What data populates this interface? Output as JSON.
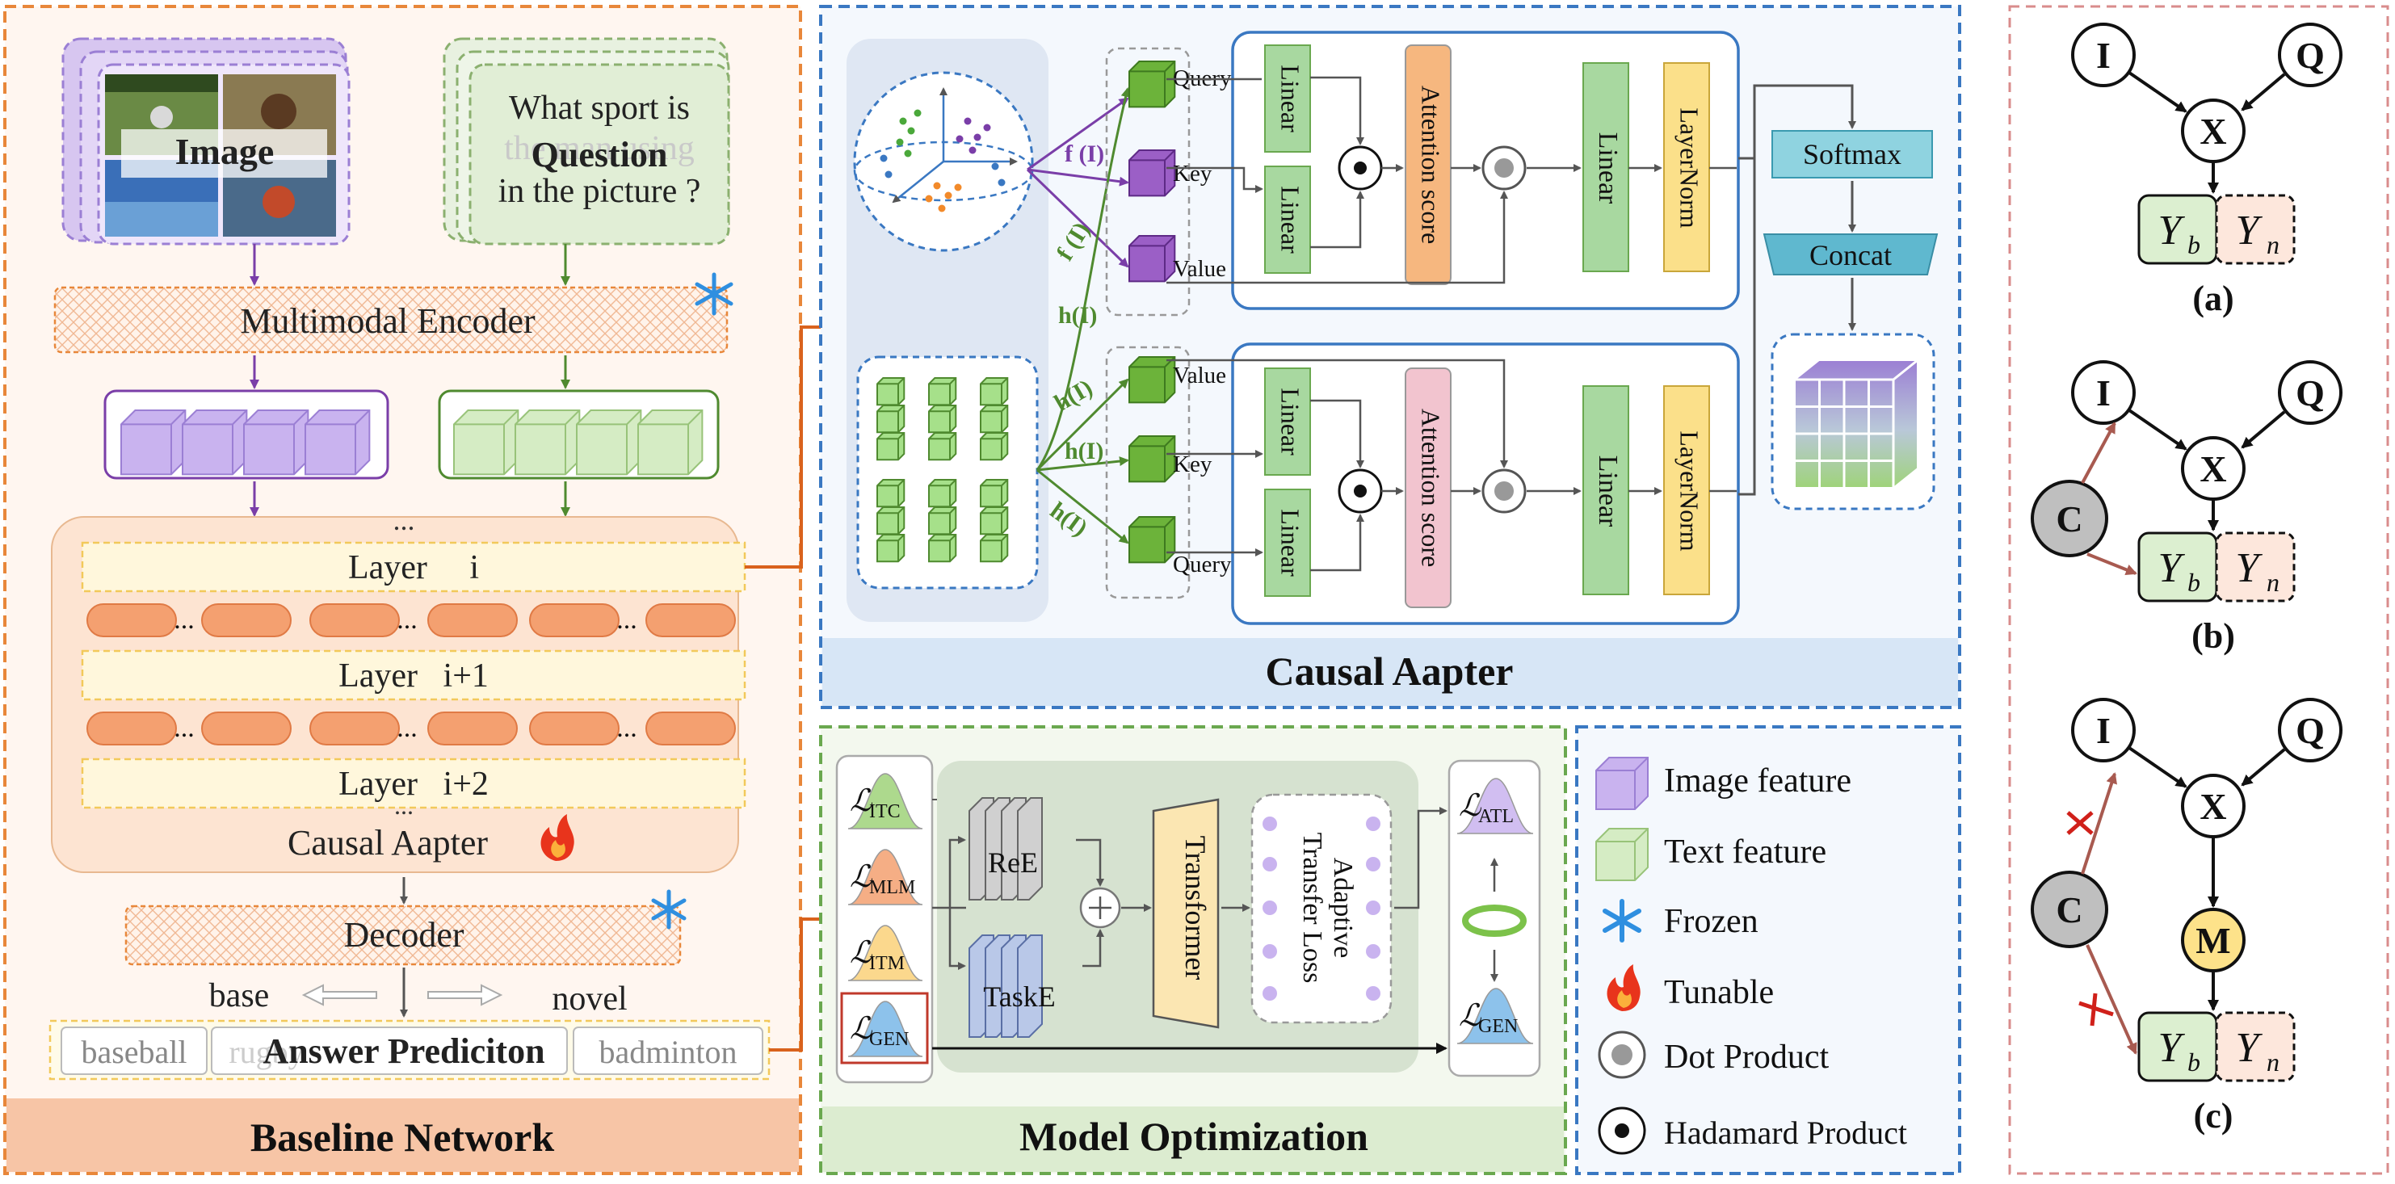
{
  "baseline": {
    "title": "Baseline Network",
    "image_label": "Image",
    "question_text_line1": "What sport is",
    "question_text_line2": "the man using",
    "question_text_line3": "in the picture ?",
    "question_label": "Question",
    "encoder_label": "Multimodal Encoder",
    "dots": "...",
    "layer_i": "Layer     i",
    "layer_i1": "Layer   i+1",
    "layer_i2": "Layer   i+2",
    "adapter_label": "Causal Aapter",
    "decoder_label": "Decoder",
    "base_label": "base",
    "novel_label": "novel",
    "answer_left": "baseball",
    "answer_middle": "rugby",
    "answer_right": "badminton",
    "answer_title": "Answer Prediciton"
  },
  "causal_adapter": {
    "title": "Causal Aapter",
    "query": "Query",
    "key": "Key",
    "value": "Value",
    "f_label": "f (I)",
    "h_label": "h(I)",
    "linear": "Linear",
    "attention_score": "Attention score",
    "layernorm": "LayerNorm",
    "softmax": "Softmax",
    "concat": "Concat"
  },
  "model_optimization": {
    "title": "Model Optimization",
    "losses": [
      "ITC",
      "MLM",
      "ITM",
      "GEN"
    ],
    "loss_symbol": "ℒ",
    "ree": "ReE",
    "taske": "TaskE",
    "transformer": "Transformer",
    "adaptive_line1": "Adaptive",
    "adaptive_line2": "Transfer Loss",
    "out_atl": "ATL",
    "out_gen": "GEN"
  },
  "legend": {
    "items": [
      "Image feature",
      "Text feature",
      "Frozen",
      "Tunable",
      "Dot Product",
      "Hadamard Product"
    ]
  },
  "causal_graphs": {
    "I": "I",
    "Q": "Q",
    "X": "X",
    "C": "C",
    "M": "M",
    "Y": "Y",
    "b": "b",
    "n": "n",
    "captions": [
      "(a)",
      "(b)",
      "(c)"
    ]
  },
  "colors": {
    "orange_border": "#e8873a",
    "blue_border": "#3a78c2",
    "green_border": "#6aa84f",
    "pink_border": "#d98c8c",
    "purple": "#9b7fd4",
    "green": "#98c379",
    "linear_green": "#a8d8a0",
    "attention_orange": "#f6b77f",
    "attention_pink": "#f2c4cf",
    "layernorm_yellow": "#fbe08a",
    "softmax_blue": "#8fd3e0"
  }
}
